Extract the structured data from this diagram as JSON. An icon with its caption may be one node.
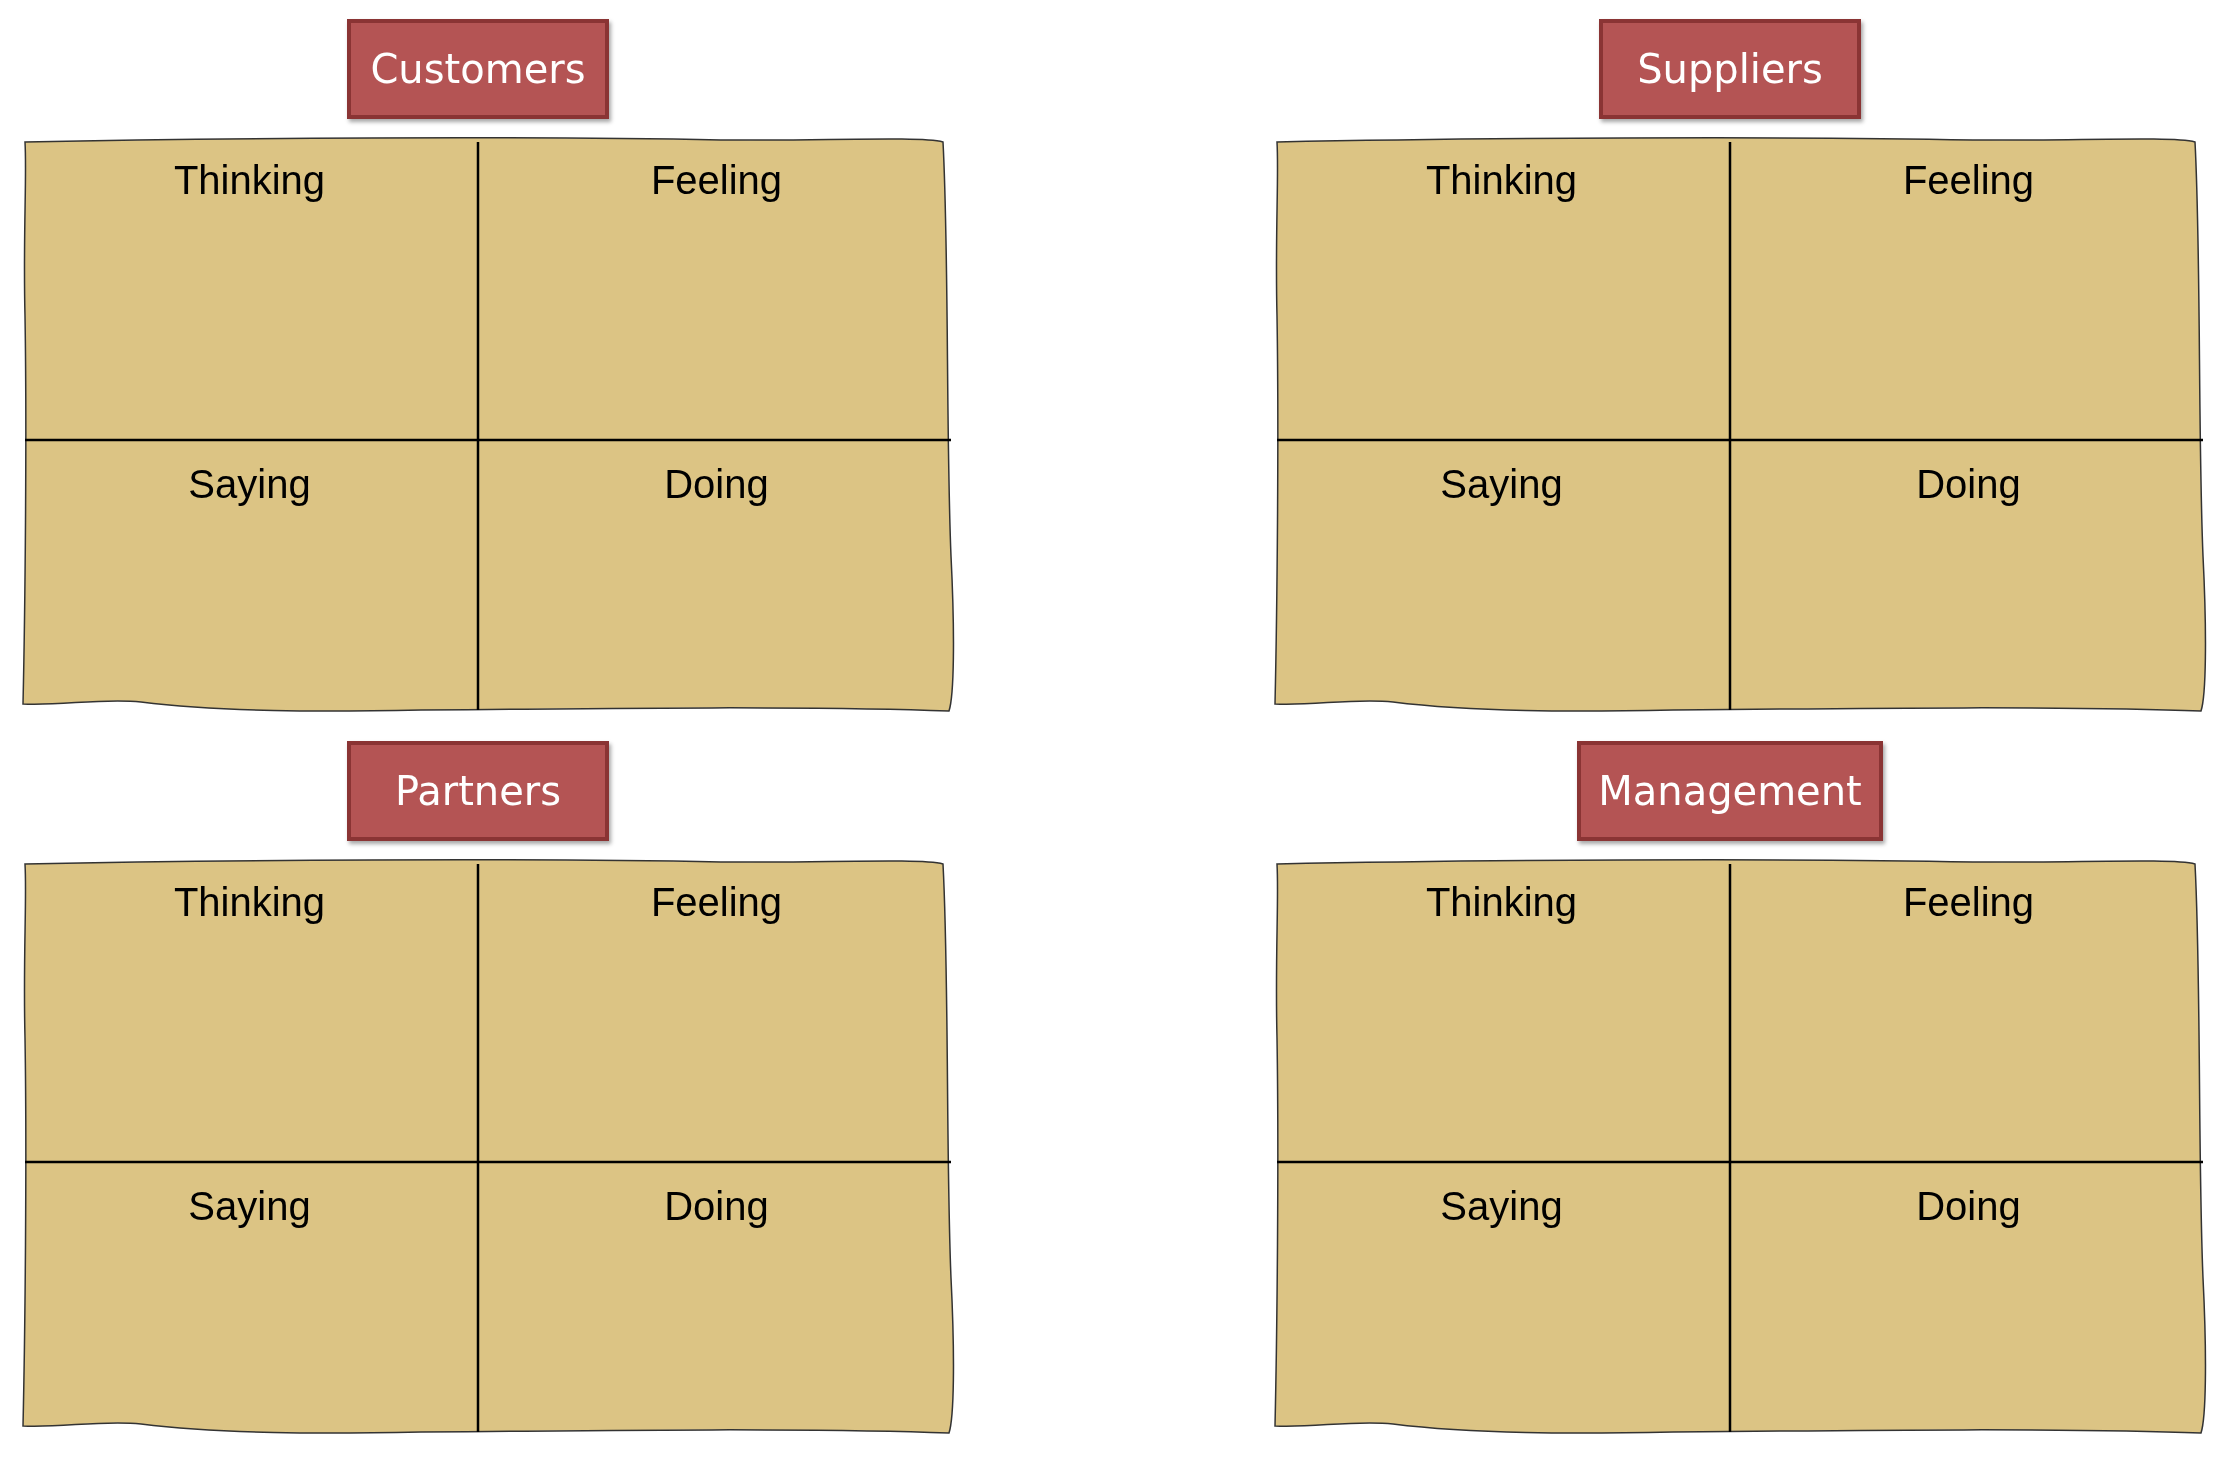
{
  "diagram": {
    "nodes": [
      {
        "text": [
          "Customers"
        ]
      },
      {
        "text": [],
        "shape": "box"
      },
      {
        "text": [
          "Thinking"
        ],
        "in": 1
      },
      {
        "text": [
          "Feeling"
        ],
        "in": 1
      },
      {
        "text": [
          "Saying"
        ],
        "in": 1
      },
      {
        "text": [
          "Doing"
        ],
        "in": 1
      },
      {
        "text": [
          "Suppliers"
        ]
      },
      {
        "text": [],
        "shape": "box"
      },
      {
        "text": [
          "Thinking"
        ],
        "in": 7
      },
      {
        "text": [
          "Feeling"
        ],
        "in": 7
      },
      {
        "text": [
          "Saying"
        ],
        "in": 7
      },
      {
        "text": [
          "Doing"
        ],
        "in": 7
      },
      {
        "text": [
          "Partners"
        ]
      },
      {
        "text": [],
        "shape": "box"
      },
      {
        "text": [
          "Thinking"
        ],
        "in": 13
      },
      {
        "text": [
          "Feeling"
        ],
        "in": 13
      },
      {
        "text": [
          "Saying"
        ],
        "in": 13
      },
      {
        "text": [
          "Doing"
        ],
        "in": 13
      },
      {
        "text": [
          "Management"
        ]
      },
      {
        "text": [],
        "shape": "box"
      },
      {
        "text": [
          "Thinking"
        ],
        "in": 19
      },
      {
        "text": [
          "Feeling"
        ],
        "in": 19
      },
      {
        "text": [
          "Saying"
        ],
        "in": 19
      },
      {
        "text": [
          "Doing"
        ],
        "in": 19
      }
    ],
    "edges": []
  }
}
